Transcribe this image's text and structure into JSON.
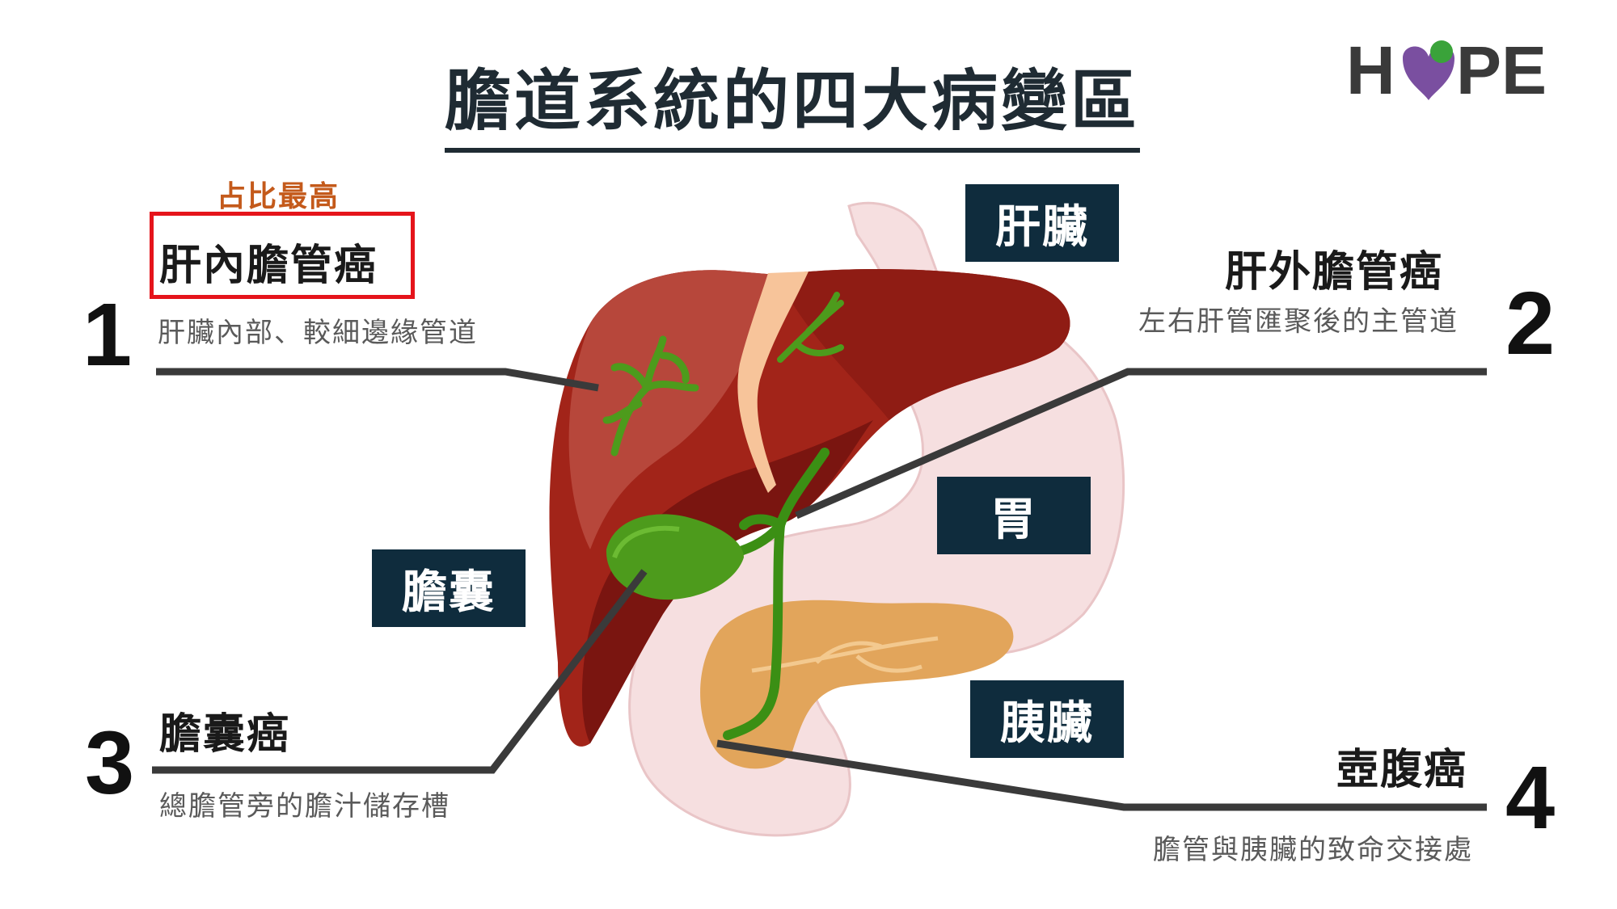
{
  "title": "膽道系統的四大病變區",
  "logo": {
    "text_left": "H",
    "text_right": "PE",
    "colors": {
      "heart": "#7a4fa0",
      "dot": "#3aa33a",
      "text": "#3a3a3a"
    }
  },
  "organs": {
    "liver": "肝臟",
    "stomach": "胃",
    "gallbladder": "膽囊",
    "pancreas": "胰臟"
  },
  "regions": [
    {
      "number": "1",
      "name": "肝內膽管癌",
      "desc": "肝臟內部、較細邊緣管道",
      "note": "占比最高"
    },
    {
      "number": "2",
      "name": "肝外膽管癌",
      "desc": "左右肝管匯聚後的主管道"
    },
    {
      "number": "3",
      "name": "膽囊癌",
      "desc": "總膽管旁的膽汁儲存槽"
    },
    {
      "number": "4",
      "name": "壺腹癌",
      "desc": "膽管與胰臟的致命交接處"
    }
  ],
  "colors": {
    "label_bg": "#0f2c3d",
    "note": "#c45a1b",
    "highlight_box": "#e5141b",
    "leader_line": "#3a3a3a"
  }
}
